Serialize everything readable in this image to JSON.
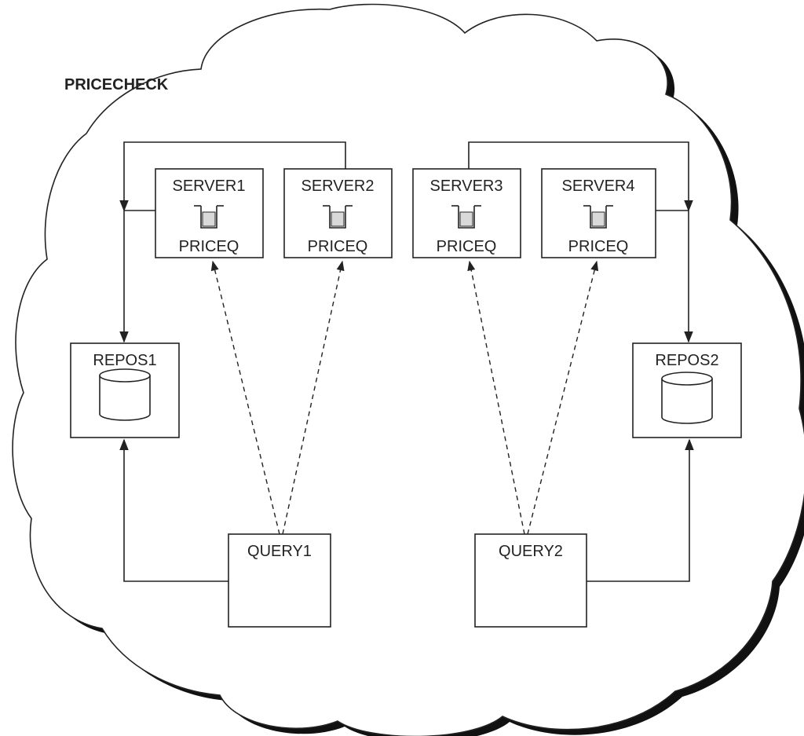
{
  "cluster": {
    "name": "PRICECHECK"
  },
  "servers": [
    {
      "name": "SERVER1",
      "queue": "PRICEQ"
    },
    {
      "name": "SERVER2",
      "queue": "PRICEQ"
    },
    {
      "name": "SERVER3",
      "queue": "PRICEQ"
    },
    {
      "name": "SERVER4",
      "queue": "PRICEQ"
    }
  ],
  "repositories": [
    {
      "name": "REPOS1"
    },
    {
      "name": "REPOS2"
    }
  ],
  "queries": [
    {
      "name": "QUERY1"
    },
    {
      "name": "QUERY2"
    }
  ],
  "colors": {
    "stroke": "#222222",
    "queue_fill": "#d9d9d9",
    "cloud_shadow": "#111111"
  }
}
